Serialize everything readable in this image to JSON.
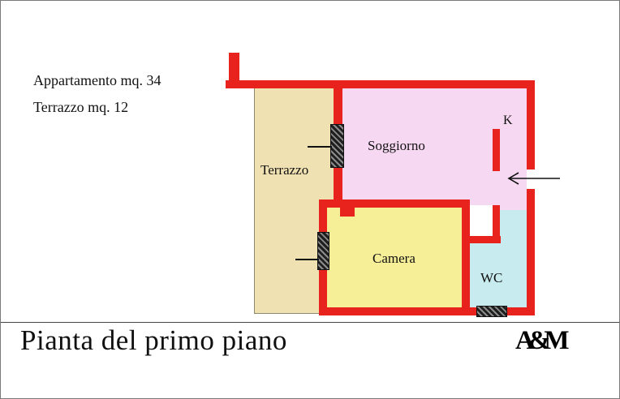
{
  "header": {
    "apartment_area": "Appartamento mq. 34",
    "terrace_area": "Terrazzo mq. 12"
  },
  "plan": {
    "wall_color": "#e8231d",
    "rooms": [
      {
        "label": "Terrazzo",
        "color": "#f0e1b2"
      },
      {
        "label": "Soggiorno",
        "color": "#f7d8f2"
      },
      {
        "label": "Camera",
        "color": "#f6ef97"
      },
      {
        "label": "WC",
        "color": "#c7ebee"
      },
      {
        "label": "K",
        "color": "#f7d8f2"
      }
    ]
  },
  "footer": {
    "caption": "Pianta del primo piano",
    "logo": "A&M"
  }
}
